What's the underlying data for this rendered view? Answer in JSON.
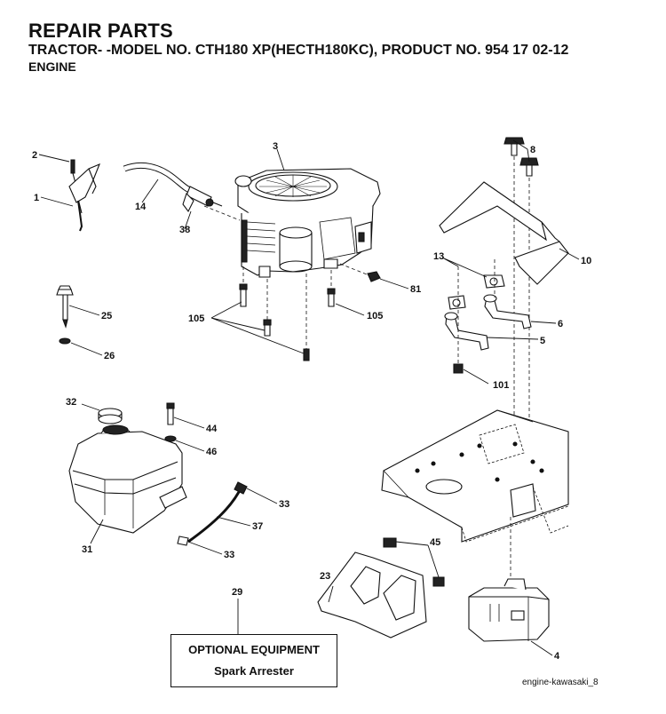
{
  "header": {
    "title": "REPAIR PARTS",
    "subtitle": "TRACTOR- -MODEL NO. CTH180 XP(HECTH180KC), PRODUCT NO. 954 17 02-12",
    "section": "ENGINE"
  },
  "callouts": {
    "c1": "1",
    "c2": "2",
    "c3": "3",
    "c4": "4",
    "c5": "5",
    "c6": "6",
    "c8": "8",
    "c10": "10",
    "c13": "13",
    "c14": "14",
    "c23": "23",
    "c25": "25",
    "c26": "26",
    "c29": "29",
    "c31": "31",
    "c32": "32",
    "c33a": "33",
    "c33b": "33",
    "c37": "37",
    "c38": "38",
    "c44": "44",
    "c45": "45",
    "c46": "46",
    "c81": "81",
    "c101": "101",
    "c105a": "105",
    "c105b": "105"
  },
  "optional_equipment": {
    "heading": "OPTIONAL EQUIPMENT",
    "item": "Spark Arrester"
  },
  "reference": "engine-kawasaki_8"
}
